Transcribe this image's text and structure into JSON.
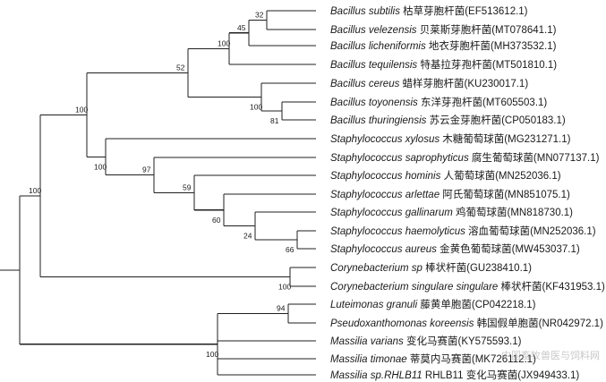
{
  "tree": {
    "leaves": [
      {
        "species": "Bacillus subtilis",
        "name_cn": "枯草芽胞杆菌",
        "accession": "(EF513612.1)"
      },
      {
        "species": "Bacillus velezensis",
        "name_cn": "贝莱斯芽胞杆菌",
        "accession": "(MT078641.1)"
      },
      {
        "species": "Bacillus licheniformis",
        "name_cn": "地衣芽胞杆菌",
        "accession": "(MH373532.1)"
      },
      {
        "species": "Bacillus tequilensis",
        "name_cn": "特基拉芽孢杆菌",
        "accession": "(MT501810.1)"
      },
      {
        "species": "Bacillus cereus",
        "name_cn": "蜡样芽胞杆菌",
        "accession": "(KU230017.1)"
      },
      {
        "species": "Bacillus toyonensis",
        "name_cn": "东洋芽孢杆菌",
        "accession": "(MT605503.1)"
      },
      {
        "species": "Bacillus thuringiensis",
        "name_cn": "苏云金芽胞杆菌",
        "accession": "(CP050183.1)"
      },
      {
        "species": "Staphylococcus xylosus",
        "name_cn": "木糖葡萄球菌",
        "accession": "(MG231271.1)"
      },
      {
        "species": "Staphylococcus saprophyticus",
        "name_cn": "腐生葡萄球菌",
        "accession": "(MN077137.1)"
      },
      {
        "species": "Staphylococcus hominis",
        "name_cn": "人葡萄球菌",
        "accession": "(MN252036.1)"
      },
      {
        "species": "Staphylococcus arlettae",
        "name_cn": "阿氏葡萄球菌",
        "accession": "(MN851075.1)"
      },
      {
        "species": "Staphylococcus gallinarum",
        "name_cn": "鸡葡萄球菌",
        "accession": "(MN818730.1)"
      },
      {
        "species": "Staphylococcus haemolyticus",
        "name_cn": "溶血葡萄球菌",
        "accession": "(MN252036.1)"
      },
      {
        "species": "Staphylococcus aureus",
        "name_cn": "金黄色葡萄球菌",
        "accession": "(MW453037.1)"
      },
      {
        "species": "Corynebacterium sp",
        "name_cn": "棒状杆菌",
        "accession": "(GU238410.1)"
      },
      {
        "species": "Corynebacterium singulare singulare",
        "name_cn": "棒状杆菌",
        "accession": "(KF431953.1)"
      },
      {
        "species": "Luteimonas granuli",
        "name_cn": "藤黄单胞菌",
        "accession": "(CP042218.1)"
      },
      {
        "species": "Pseudoxanthomonas koreensis",
        "name_cn": "韩国假单胞菌",
        "accession": "(NR042972.1)"
      },
      {
        "species": "Massilia varians",
        "name_cn": "变化马赛菌",
        "accession": "(KY575593.1)"
      },
      {
        "species": "Massilia timonae",
        "name_cn": "蒂莫内马赛菌",
        "accession": "(MK726112.1)"
      },
      {
        "species": "Massilia sp.RHLB11",
        "name_cn": "RHLB11 变化马赛菌",
        "accession": "(JX949433.1)"
      }
    ],
    "bootstrap_values": [
      "32",
      "45",
      "100",
      "52",
      "100",
      "81",
      "100",
      "100",
      "97",
      "59",
      "60",
      "24",
      "66",
      "100",
      "94",
      "100",
      "100"
    ],
    "watermark": "中国畜牧兽医与饲料网"
  }
}
